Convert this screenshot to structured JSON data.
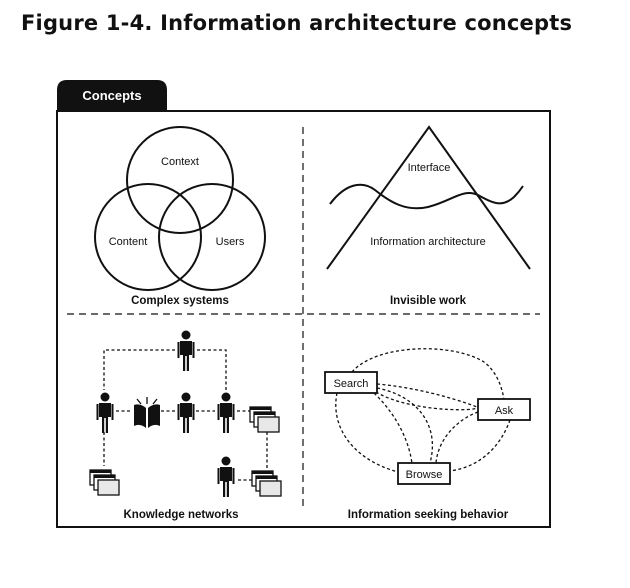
{
  "title": "Figure 1-4. Information architecture concepts",
  "panel": {
    "tab_label": "Concepts"
  },
  "quadrants": {
    "complex_systems": {
      "caption": "Complex systems",
      "circles": [
        "Context",
        "Content",
        "Users"
      ]
    },
    "invisible_work": {
      "caption": "Invisible work",
      "above_label": "Interface",
      "below_label": "Information architecture"
    },
    "knowledge_networks": {
      "caption": "Knowledge networks"
    },
    "information_seeking": {
      "caption": "Information seeking behavior",
      "nodes": [
        "Search",
        "Ask",
        "Browse"
      ]
    }
  },
  "icons": [
    "person-icon",
    "book-icon",
    "document-stack-icon"
  ],
  "colors": {
    "ink": "#111111",
    "tab_background": "#111111",
    "tab_text": "#ffffff",
    "document_fill": "#e8e8e8"
  }
}
